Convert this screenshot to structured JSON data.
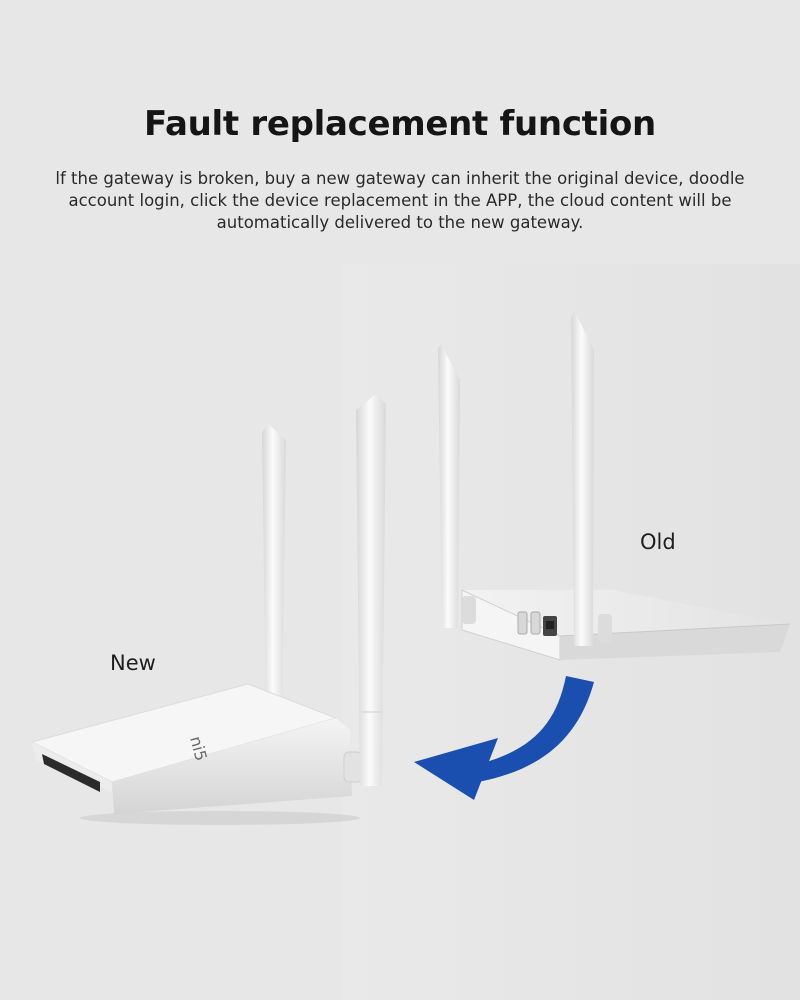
{
  "heading": {
    "title": "Fault replacement function",
    "description": "lf the gateway is broken, buy a new gateway can inherit the original device, doodle account login, click the device replacement in the APP, the cloud content will be automatically delivered to the new gateway."
  },
  "devices": {
    "new_label": "New",
    "old_label": "Old"
  },
  "arrow": {
    "color": "#1a4fb0"
  }
}
